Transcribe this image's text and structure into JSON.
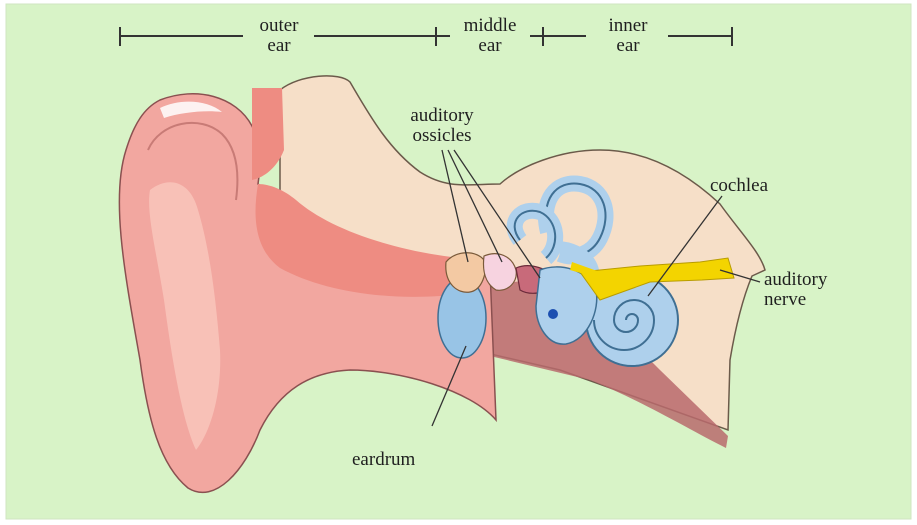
{
  "colors": {
    "background": "#d8f3c7",
    "skin_outer": "#f2a7a0",
    "skin_dark": "#ee8c82",
    "skin_light": "#f9c9bf",
    "flesh_inner": "#f6dfc8",
    "canal_shade": "#b86a6c",
    "labyrinth": "#aed0ec",
    "labyrinth_edge": "#3f6f93",
    "nerve": "#f3d400",
    "eardrum": "#98c4e6",
    "leader_line": "#333333"
  },
  "sections": {
    "outer": {
      "line1": "outer",
      "line2": "ear"
    },
    "middle": {
      "line1": "middle",
      "line2": "ear"
    },
    "inner": {
      "line1": "inner",
      "line2": "ear"
    }
  },
  "labels": {
    "ossicles": {
      "line1": "auditory",
      "line2": "ossicles"
    },
    "cochlea": "cochlea",
    "nerve": {
      "line1": "auditory",
      "line2": "nerve"
    },
    "eardrum": "eardrum"
  },
  "icons": {
    "ear": "ear-cross-section-illustration"
  }
}
